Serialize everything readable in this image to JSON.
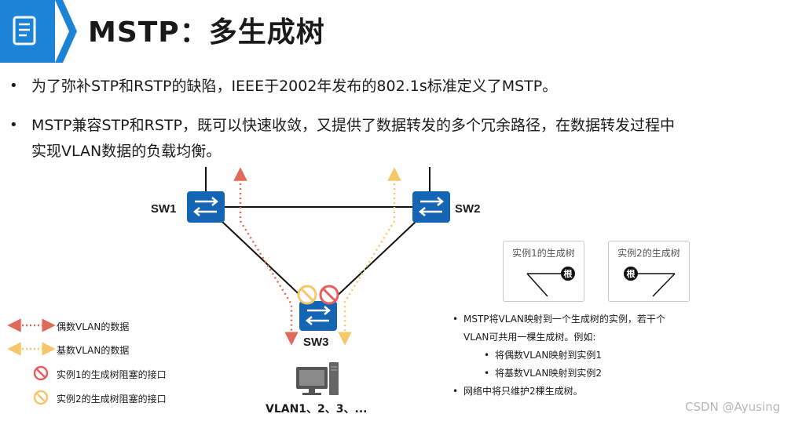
{
  "title": "MSTP：多生成树",
  "bullets": [
    "为了弥补STP和RSTP的缺陷，IEEE于2002年发布的802.1s标准定义了MSTP。",
    "MSTP兼容STP和RSTP，既可以快速收敛，又提供了数据转发的多个冗余路径，在数据转发过程中",
    "实现VLAN数据的负载均衡。"
  ],
  "bullet_mark": "•",
  "switches": {
    "sw1": "SW1",
    "sw2": "SW2",
    "sw3": "SW3"
  },
  "vlan_label": "VLAN1、2、3、...",
  "legend": {
    "even_vlan": "偶数VLAN的数据",
    "odd_vlan": "基数VLAN的数据",
    "inst1_blocked": "实例1的生成树阻塞的接口",
    "inst2_blocked": "实例2的生成树阻塞的接口"
  },
  "instances": [
    {
      "title": "实例1的生成树",
      "root": "根"
    },
    {
      "title": "实例2的生成树",
      "root": "根"
    }
  ],
  "notes": [
    "MSTP将VLAN映射到一个生成树的实例，若干个",
    "VLAN可共用一棵生成树。例如:",
    "将偶数VLAN映射到实例1",
    "将基数VLAN映射到实例2",
    "网络中将只维护2棵生成树。"
  ],
  "watermark": "CSDN @Ayusing",
  "colors": {
    "accent": "#1b84d6",
    "switch": "#1565b5",
    "even_vlan": "#e06a5a",
    "odd_vlan": "#f6c76b",
    "block1": "#e85e5e",
    "block2": "#f6c76b"
  },
  "icons": [
    "document-icon",
    "chevron-icon",
    "switch-icon",
    "blocked-icon",
    "computer-icon"
  ]
}
